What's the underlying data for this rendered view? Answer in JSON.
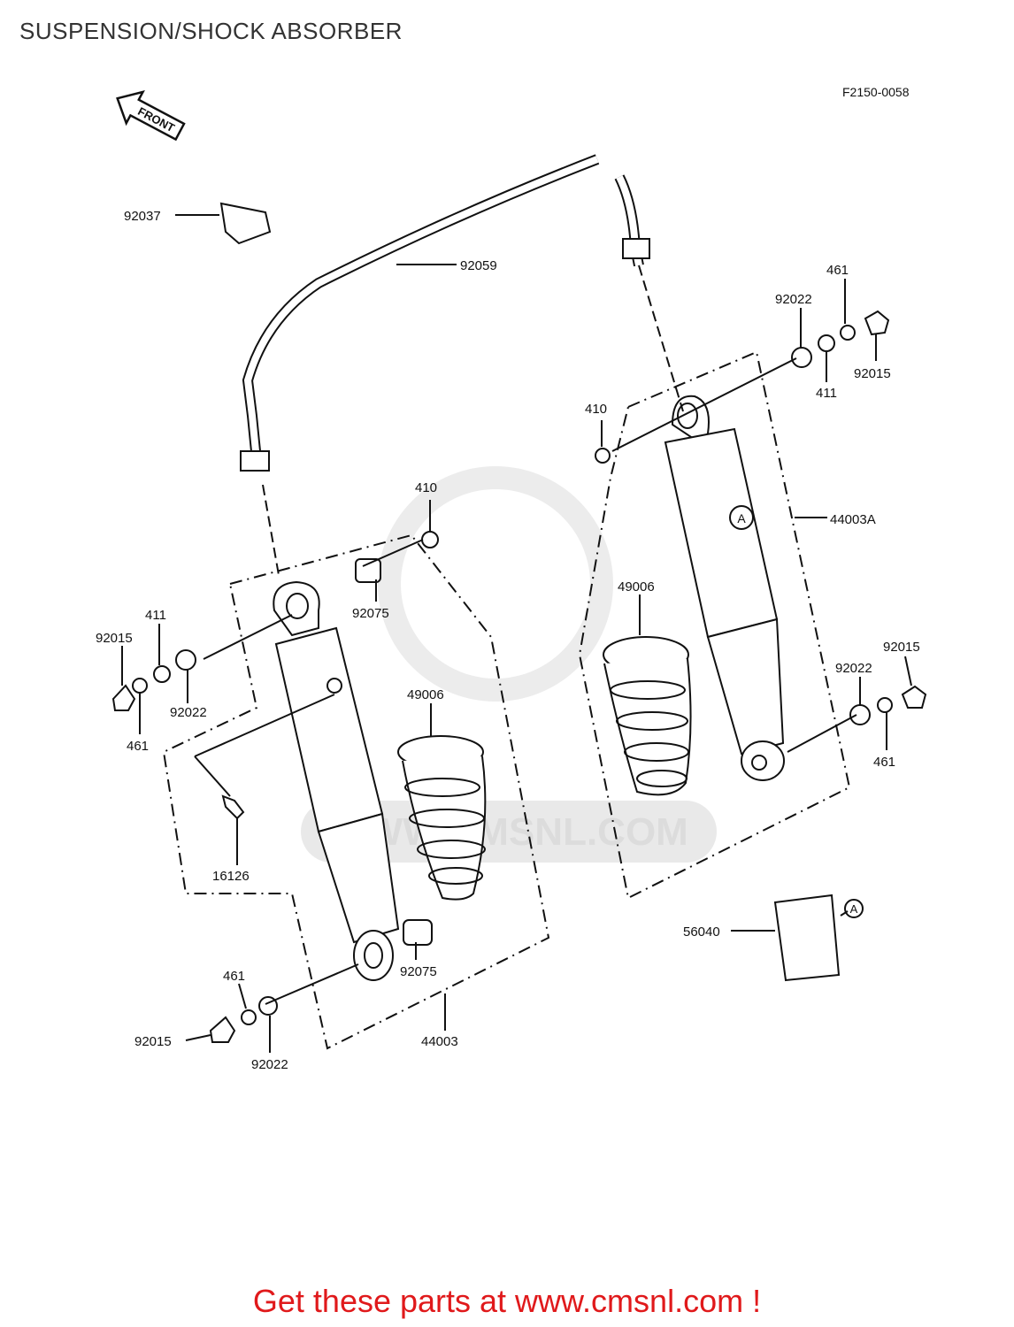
{
  "title": "SUSPENSION/SHOCK ABSORBER",
  "diagram_code": "F2150-0058",
  "front_arrow_label": "FRONT",
  "watermark": "WWW.CMSNL.COM",
  "parts": {
    "p92037": "92037",
    "p92059": "92059",
    "p461_top": "461",
    "p92022_top": "92022",
    "p92015_top": "92015",
    "p411_top": "411",
    "p410_right": "410",
    "p410_left": "410",
    "p44003A": "44003A",
    "p49006_right": "49006",
    "p92075_upper": "92075",
    "p411_left": "411",
    "p92015_left": "92015",
    "p92022_left": "92022",
    "p461_left": "461",
    "p49006_left": "49006",
    "p92015_right": "92015",
    "p92022_right": "92022",
    "p461_right": "461",
    "p16126": "16126",
    "p56040": "56040",
    "p92075_lower": "92075",
    "p461_bottom": "461",
    "p92015_bottom": "92015",
    "p92022_bottom": "92022",
    "p44003": "44003"
  },
  "callout_marks": {
    "a_shock": "A",
    "a_label": "A"
  },
  "promo_text": "Get these parts at www.cmsnl.com !",
  "colors": {
    "promo": "#e0191b",
    "line": "#111111",
    "watermark": "#e6e6e6"
  }
}
